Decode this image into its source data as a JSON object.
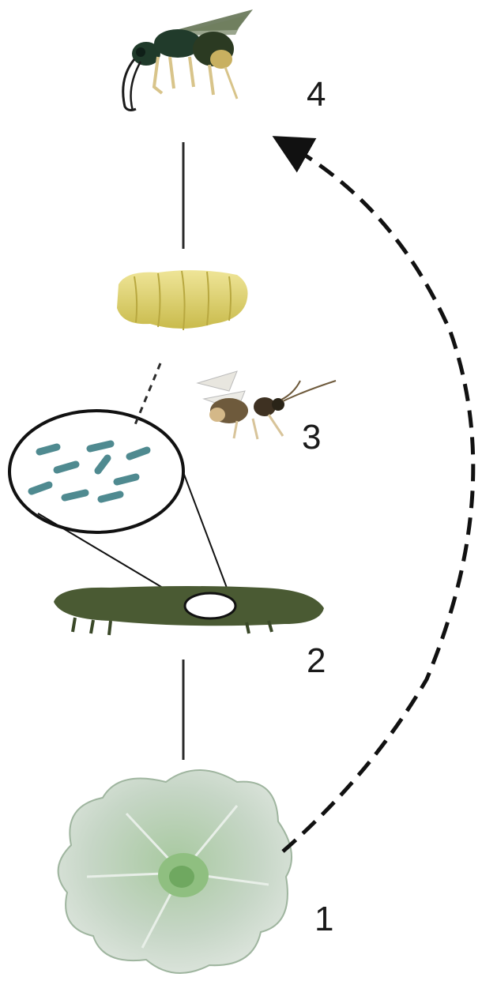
{
  "labels": {
    "l4": "4",
    "l3": "3",
    "l2": "2",
    "l1": "1"
  },
  "colors": {
    "line": "#2b2b2b",
    "wasp_body": "#1f3a2a",
    "wasp_legs": "#d8c48a",
    "cocoon": "#d9cf6a",
    "small_wasp": "#6e5a3c",
    "larvae": "#4f8a90",
    "caterpillar": "#4a5a33",
    "cabbage": "#bcd0bc"
  }
}
